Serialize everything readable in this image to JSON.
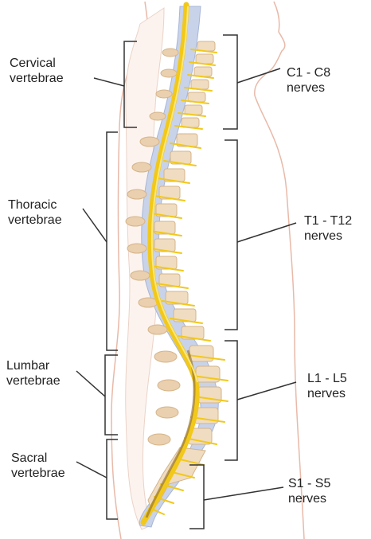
{
  "labels": {
    "cervical": {
      "line1": "Cervical",
      "line2": "vertebrae"
    },
    "thoracic": {
      "line1": "Thoracic",
      "line2": "vertebrae"
    },
    "lumbar": {
      "line1": "Lumbar",
      "line2": "vertebrae"
    },
    "sacral": {
      "line1": "Sacral",
      "line2": "vertebrae"
    },
    "c_nerves": {
      "line1": "C1 - C8",
      "line2": "nerves"
    },
    "t_nerves": {
      "line1": "T1 - T12",
      "line2": "nerves"
    },
    "l_nerves": {
      "line1": "L1 - L5",
      "line2": "nerves"
    },
    "s_nerves": {
      "line1": "S1 - S5",
      "line2": "nerves"
    }
  },
  "colors": {
    "skin_outline": "#e8b9a8",
    "canal": "#c8d3ea",
    "vertebra": "#f0dcc0",
    "cord": "#f2c81a",
    "cord_dark": "#8a6a3a",
    "bracket": "#333333"
  }
}
